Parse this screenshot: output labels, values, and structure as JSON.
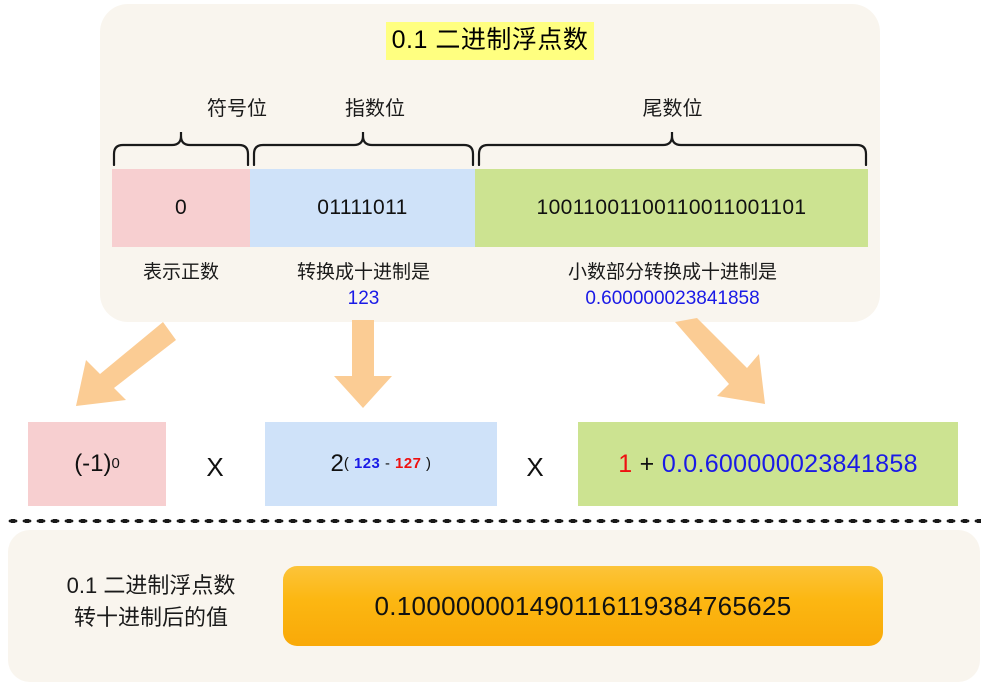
{
  "title": "0.1 二进制浮点数",
  "fields": {
    "sign": {
      "label": "符号位",
      "bits": "0",
      "note": "表示正数",
      "value": ""
    },
    "exponent": {
      "label": "指数位",
      "bits": "01111011",
      "note": "转换成十进制是",
      "value": "123"
    },
    "mantissa": {
      "label": "尾数位",
      "bits": "10011001100110011001101",
      "note": "小数部分转换成十进制是",
      "value": "0.600000023841858"
    }
  },
  "formula": {
    "sign_term": "(-1)",
    "sign_exp": "0",
    "times_1": "X",
    "base": "2",
    "paren_open": "(",
    "exp_value": "123",
    "minus": "-",
    "bias": "127",
    "paren_close": ")",
    "times_2": "X",
    "implicit_one": "1",
    "plus": "+",
    "fraction": "0.0.600000023841858"
  },
  "result": {
    "label_line1": "0.1 二进制浮点数",
    "label_line2": "转十进制后的值",
    "value": "0.100000001490116119384765625"
  },
  "colors": {
    "sign_block": "#f7cfd0",
    "exponent_block": "#cfe2f9",
    "mantissa_block": "#cce391",
    "card_bg": "#f9f5ee",
    "highlight": "#ffff80",
    "arrow": "#fbcc94",
    "accent_blue": "#1a1ae6",
    "accent_red": "#ee1111",
    "result_orange": "#fcb712"
  }
}
